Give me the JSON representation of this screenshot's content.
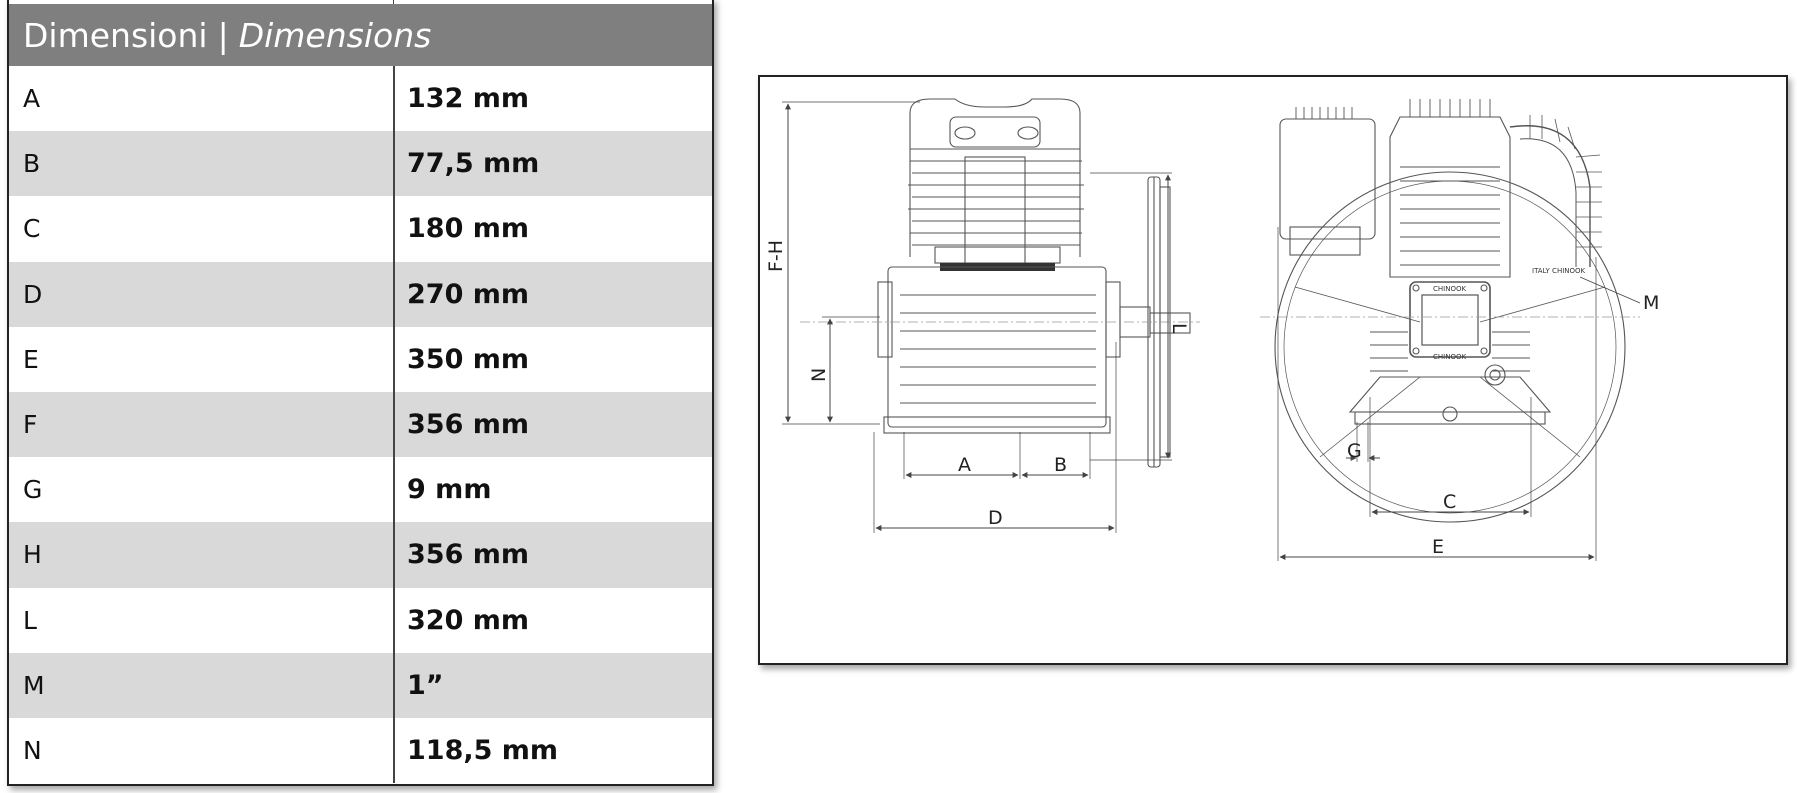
{
  "header": {
    "it": "Dimensioni",
    "separator": "|",
    "en": "Dimensions"
  },
  "rows": [
    {
      "key": "A",
      "value": "132 mm"
    },
    {
      "key": "B",
      "value": "77,5 mm"
    },
    {
      "key": "C",
      "value": "180 mm"
    },
    {
      "key": "D",
      "value": "270 mm"
    },
    {
      "key": "E",
      "value": "350 mm"
    },
    {
      "key": "F",
      "value": "356 mm"
    },
    {
      "key": "G",
      "value": "9 mm"
    },
    {
      "key": "H",
      "value": "356 mm"
    },
    {
      "key": "L",
      "value": "320 mm"
    },
    {
      "key": "M",
      "value": "1”"
    },
    {
      "key": "N",
      "value": "118,5 mm"
    }
  ],
  "drawing": {
    "labels": {
      "a": "A",
      "b": "B",
      "c": "C",
      "d": "D",
      "e": "E",
      "fh": "F-H",
      "g": "G",
      "l": "L",
      "m": "M",
      "n": "N"
    },
    "engraving": {
      "brand": "ITALY CHINOOK",
      "plate_top": "CHINOOK",
      "plate_bottom": "CHINOOK"
    }
  }
}
